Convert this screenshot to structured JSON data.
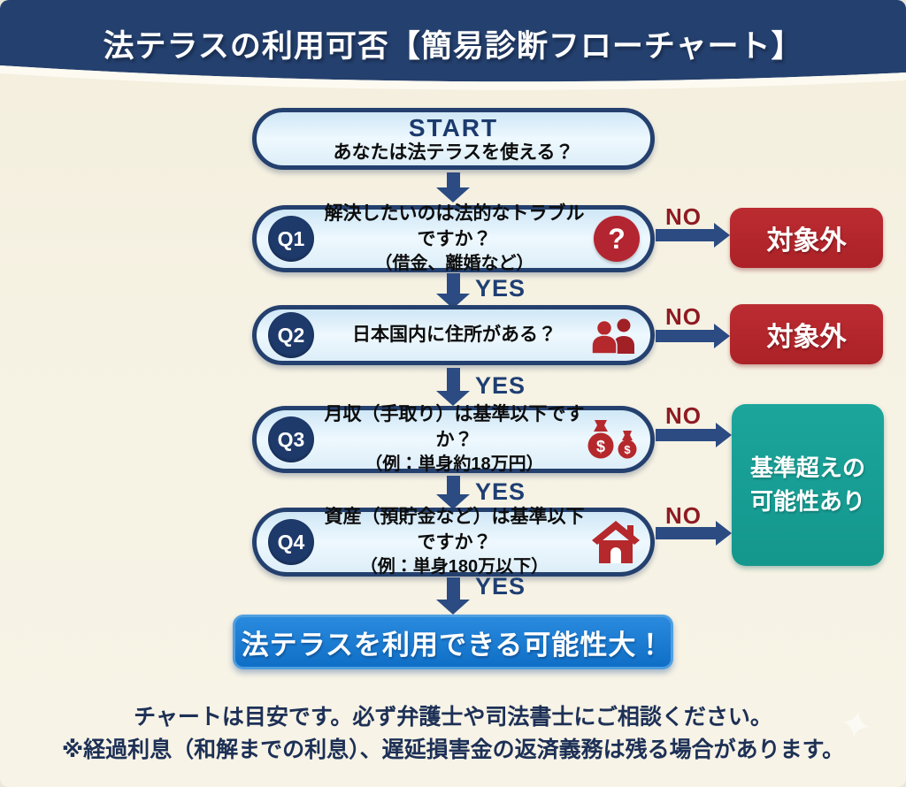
{
  "header": {
    "title": "法テラスの利用可否【簡易診断フローチャート】"
  },
  "start": {
    "label": "START",
    "question": "あなたは法テラスを使える？"
  },
  "flow": {
    "yes_label": "YES",
    "no_label": "NO"
  },
  "questions": [
    {
      "id": "Q1",
      "line1": "解決したいのは法的なトラブルですか？",
      "line2": "（借金、離婚など）",
      "icon": "question-mark-icon"
    },
    {
      "id": "Q2",
      "line1": "日本国内に住所がある？",
      "line2": "",
      "icon": "people-icon"
    },
    {
      "id": "Q3",
      "line1": "月収（手取り）は基準以下ですか？",
      "line2": "（例：単身約18万円）",
      "icon": "money-bags-icon"
    },
    {
      "id": "Q4",
      "line1": "資産（預貯金など）は基準以下ですか？",
      "line2": "（例：単身180万以下）",
      "icon": "house-icon"
    }
  ],
  "outcomes": {
    "excluded": "対象外",
    "over_line1": "基準超えの",
    "over_line2": "可能性あり",
    "success": "法テラスを利用できる可能性大！"
  },
  "footer": {
    "line1": "チャートは目安です。必ず弁護士や司法書士にご相談ください。",
    "line2": "※経過利息（和解までの利息）、遅延損害金の返済義務は残る場合があります。"
  },
  "icons": {
    "question_mark": "?",
    "sparkle": "✦"
  },
  "colors": {
    "header_navy": "#24406e",
    "node_border_navy": "#24406e",
    "node_fill_blue": "#ddeef8",
    "badge_navy": "#1e3a6b",
    "arrow_navy": "#2b4b82",
    "yes_text": "#1f3f73",
    "no_text": "#8e1b22",
    "excluded_red": "#b4282d",
    "over_teal": "#17a096",
    "success_blue": "#1579d1",
    "background_cream": "#f6f2e3",
    "footer_text": "#1d3056",
    "icon_red": "#b5282c"
  }
}
